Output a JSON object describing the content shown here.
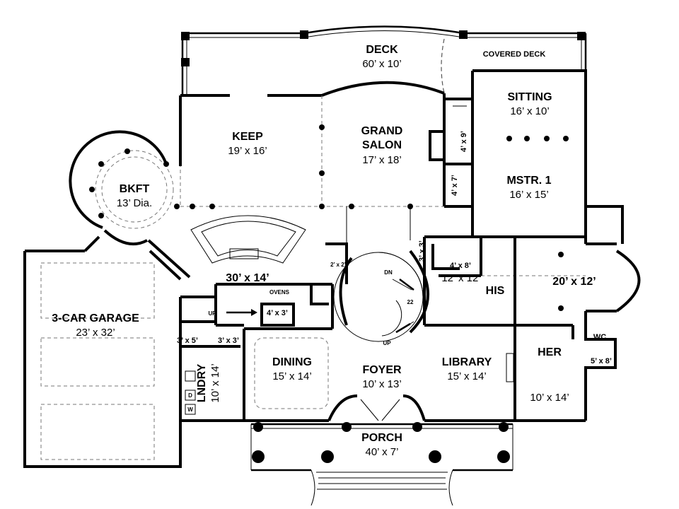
{
  "rooms": {
    "deck": {
      "name": "DECK",
      "dim": "60’ x 10’"
    },
    "covered_deck": {
      "name": "COVERED DECK"
    },
    "sitting": {
      "name": "SITTING",
      "dim": "16’ x 10’"
    },
    "keep": {
      "name": "KEEP",
      "dim": "19’ x 16’"
    },
    "grand_salon": {
      "name_line1": "GRAND",
      "name_line2": "SALON",
      "dim": "17’ x 18’"
    },
    "mstr1": {
      "name": "MSTR. 1",
      "dim": "16’ x 15’"
    },
    "bkft": {
      "name": "BKFT",
      "dim": "13’ Dia."
    },
    "kitchen": {
      "dim": "30’ x 14’",
      "ovens": "OVENS"
    },
    "garage": {
      "name": "3-CAR GARAGE",
      "dim": "23’ x 32’"
    },
    "dining": {
      "name": "DINING",
      "dim": "15’ x 14’"
    },
    "foyer": {
      "name": "FOYER",
      "dim": "10’ x 13’"
    },
    "library": {
      "name": "LIBRARY",
      "dim": "15’ x 14’"
    },
    "his": {
      "name": "HIS",
      "dim": "12’ x 12’"
    },
    "master_bath": {
      "dim": "20’ x 12’"
    },
    "her": {
      "name": "HER",
      "dim": "10’ x 14’"
    },
    "wc": {
      "name": "WC",
      "dim": "5’ x 8’"
    },
    "laundry": {
      "name": "LNDRY",
      "dim": "10’ x 14’"
    },
    "porch": {
      "name": "PORCH",
      "dim": "40’ x 7’"
    }
  },
  "small_labels": {
    "closet_4x9": "4’ x 9’",
    "closet_4x7": "4’ x 7’",
    "closet_3x3a": "3’ x 3’",
    "closet_4x8": "4’ x 8’",
    "closet_2x2": "2’ x 2’",
    "closet_4x3": "4’ x 3’",
    "closet_3x3b": "3’ x 3’",
    "closet_3x5": "3’ x 5’",
    "stair_up_1": "UP",
    "stair_up_2": "UP",
    "stair_dn": "DN",
    "dryer": "D",
    "washer": "W",
    "stair_count": "22"
  }
}
